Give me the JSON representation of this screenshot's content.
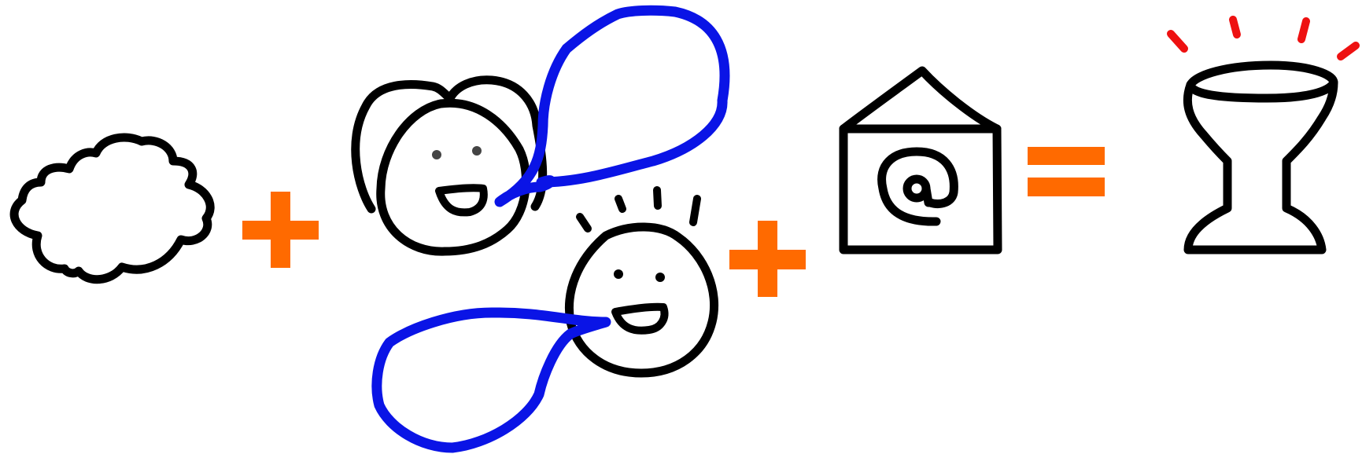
{
  "equation": {
    "terms": [
      {
        "id": "cloud",
        "icon": "cloud-icon"
      },
      {
        "id": "conversation",
        "icon": "two-people-talking-icon"
      },
      {
        "id": "email",
        "icon": "envelope-at-sign-icon"
      },
      {
        "id": "result",
        "icon": "goblet-icon"
      }
    ],
    "operators": [
      "+",
      "+",
      "="
    ]
  },
  "colors": {
    "ink": "#000000",
    "speech_bubble": "#0a14e6",
    "operator": "#ff6a00",
    "sparkle": "#ee1111",
    "background": "#ffffff"
  }
}
